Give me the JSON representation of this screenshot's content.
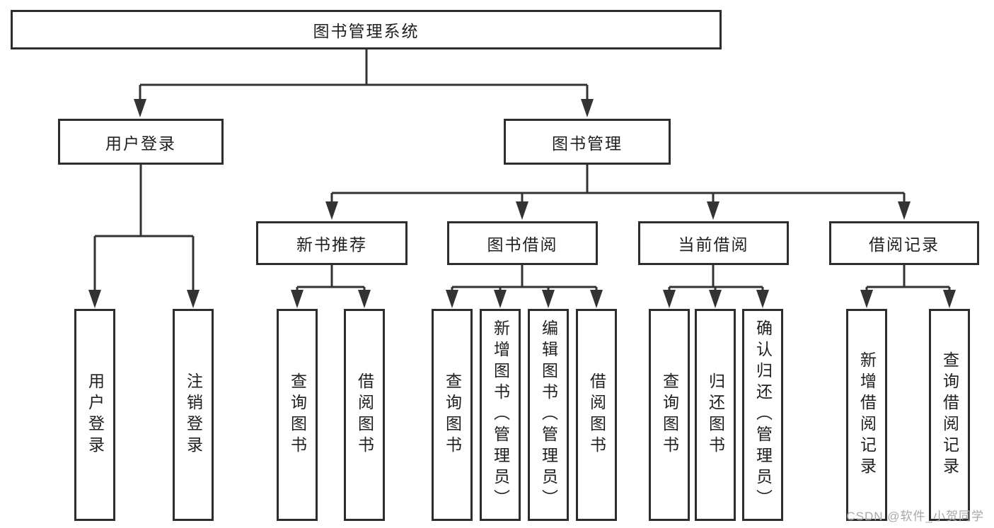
{
  "palette": {
    "line": "#333333",
    "box_border": "#2d2d2d",
    "text": "#1f1f1f",
    "background": "#ffffff",
    "watermark_color": "#a8a8a8"
  },
  "tree": {
    "root": {
      "label": "图书管理系统"
    },
    "branches": [
      {
        "label": "用户登录",
        "children": [
          {
            "label": "用户登录"
          },
          {
            "label": "注销登录"
          }
        ]
      },
      {
        "label": "图书管理",
        "children": [
          {
            "label": "新书推荐",
            "children": [
              {
                "label": "查询图书"
              },
              {
                "label": "借阅图书"
              }
            ]
          },
          {
            "label": "图书借阅",
            "children": [
              {
                "label": "查询图书"
              },
              {
                "label": "新增图书（管理员）"
              },
              {
                "label": "编辑图书（管理员）"
              },
              {
                "label": "借阅图书"
              }
            ]
          },
          {
            "label": "当前借阅",
            "children": [
              {
                "label": "查询图书"
              },
              {
                "label": "归还图书"
              },
              {
                "label": "确认归还（管理员）"
              }
            ]
          },
          {
            "label": "借阅记录",
            "children": [
              {
                "label": "新增借阅记录"
              },
              {
                "label": "查询借阅记录"
              }
            ]
          }
        ]
      }
    ]
  },
  "watermark": {
    "text": "CSDN @软件_小贺同学"
  }
}
